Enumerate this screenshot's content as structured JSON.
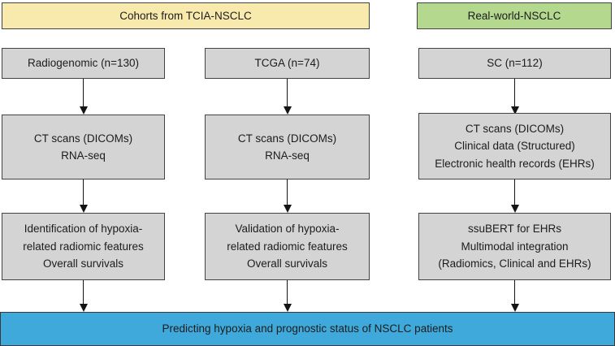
{
  "figure": {
    "type": "flowchart",
    "description": "Study cohort flow diagram for NSCLC hypoxia radiomics"
  },
  "palette": {
    "tcia_header_bg": "#f8e9ac",
    "real_world_header_bg": "#b4d88d",
    "process_box_bg": "#d4d4d4",
    "outcome_bg": "#3fa9dc",
    "border": "#434343",
    "text": "#1c1c1c"
  },
  "headers": {
    "tcia": "Cohorts from TCIA-NSCLC",
    "real_world": "Real-world-NSCLC"
  },
  "columns": [
    {
      "cohort": "Radiogenomic (n=130)",
      "inputs": [
        "CT scans (DICOMs)",
        "RNA-seq"
      ],
      "analysis": [
        "Identification of hypoxia-",
        "related radiomic features",
        "Overall survivals"
      ]
    },
    {
      "cohort": "TCGA (n=74)",
      "inputs": [
        "CT scans (DICOMs)",
        "RNA-seq"
      ],
      "analysis": [
        "Validation of hypoxia-",
        "related radiomic features",
        "Overall survivals"
      ]
    },
    {
      "cohort": "SC (n=112)",
      "inputs": [
        "CT scans (DICOMs)",
        "Clinical data (Structured)",
        "Electronic health records (EHRs)"
      ],
      "analysis": [
        "ssuBERT for EHRs",
        "Multimodal integration",
        "(Radiomics, Clinical and EHRs)"
      ]
    }
  ],
  "outcome": "Predicting hypoxia and prognostic status of NSCLC patients"
}
